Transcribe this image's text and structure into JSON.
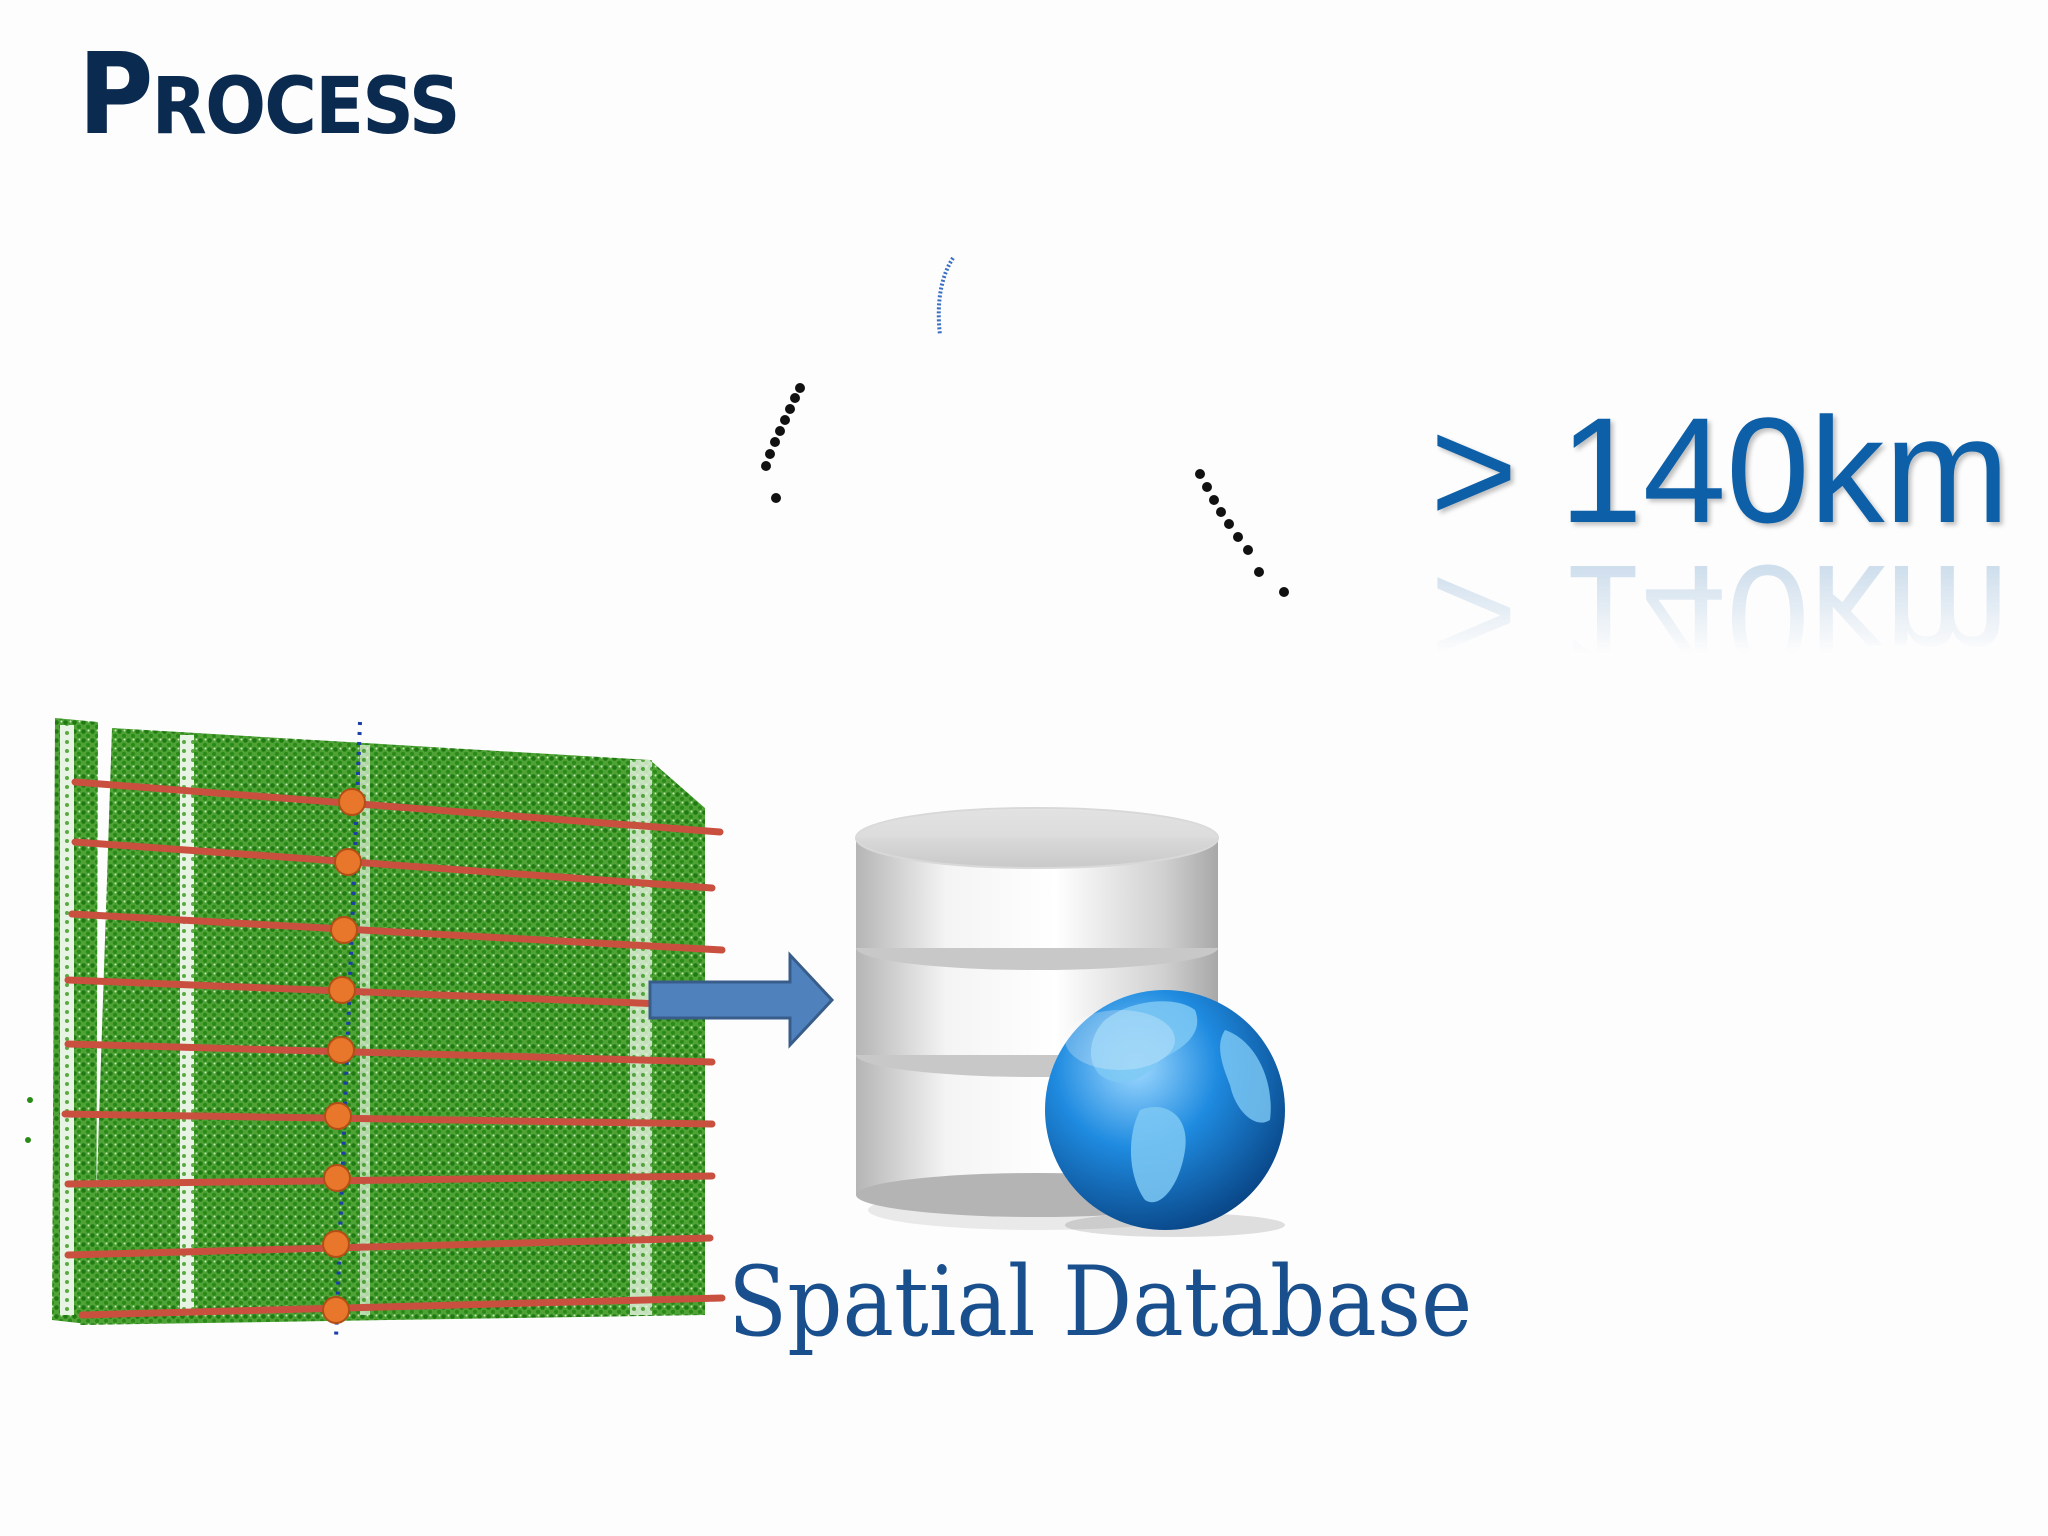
{
  "slide": {
    "title": "Process",
    "distance_label": "> 140km",
    "database_label": "Spatial Database"
  },
  "colors": {
    "title": "#0b2a4f",
    "distance": "#0d5fa8",
    "database_label": "#1a4f8e",
    "point_cloud": "#2e8b1e",
    "profile_lines": "#c9503f",
    "profile_points": "#e8762b",
    "arrow": "#4f81bd"
  },
  "icons": [
    "point-cloud-image",
    "arrow-right-icon",
    "database-icon",
    "globe-icon"
  ]
}
